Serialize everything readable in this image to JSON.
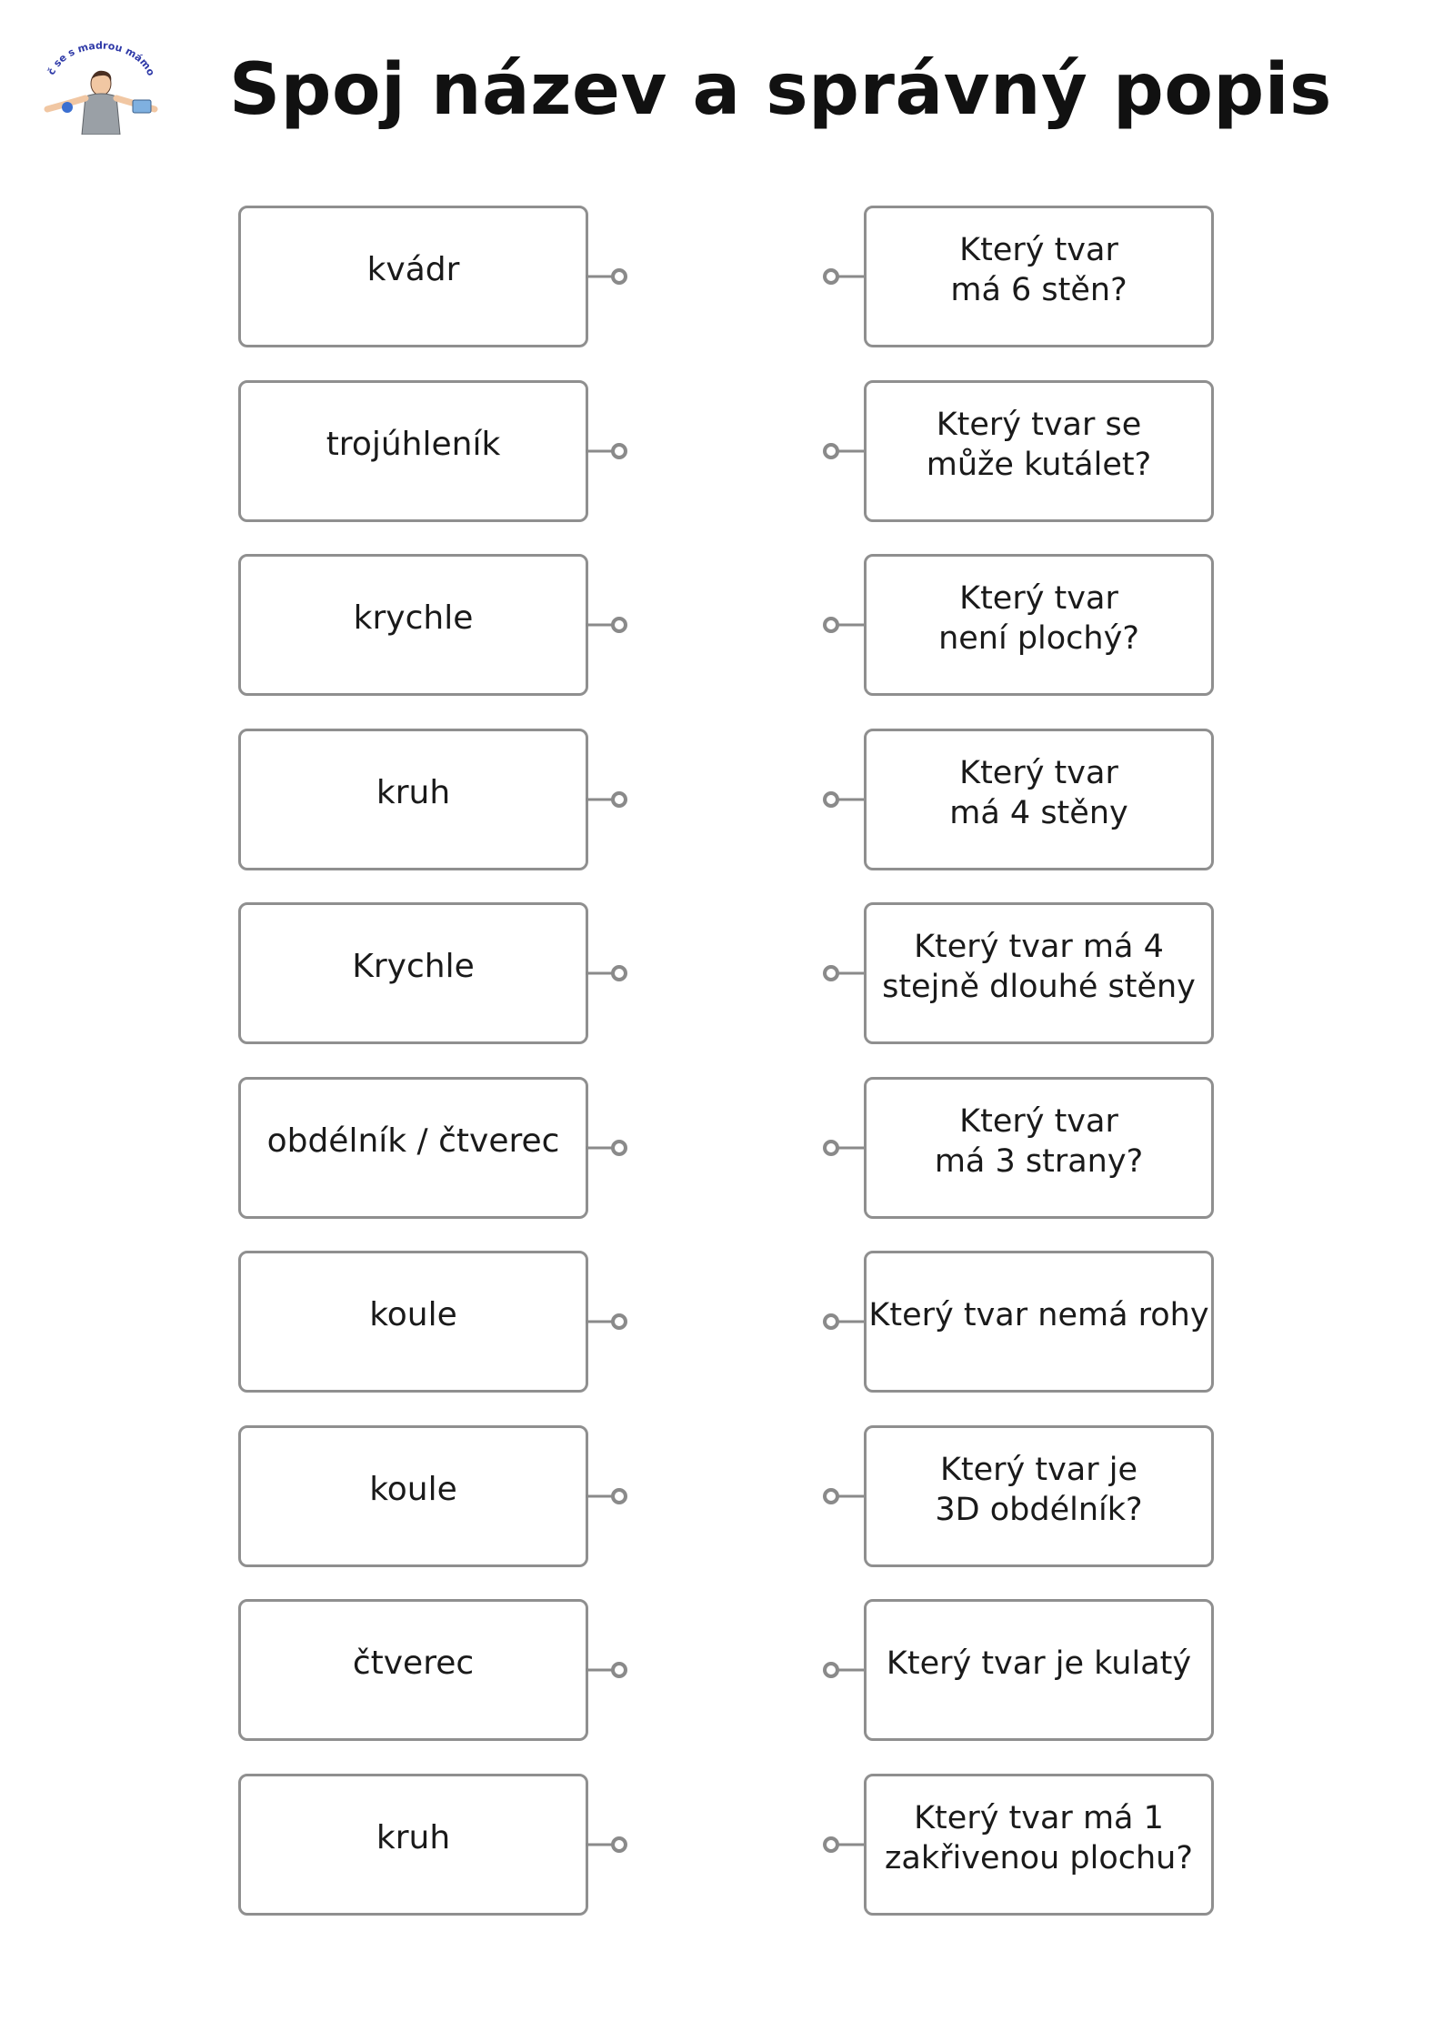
{
  "header": {
    "logo_text": "Uč se s madrou mámou",
    "title": "Spoj název a správný popis"
  },
  "rows": [
    {
      "left": "kvádr",
      "right": "Který tvar\nmá 6 stěn?"
    },
    {
      "left": "trojúhleník",
      "right": "Který tvar se\nmůže kutálet?"
    },
    {
      "left": "krychle",
      "right": "Který tvar\nnení plochý?"
    },
    {
      "left": "kruh",
      "right": "Který tvar\nmá 4 stěny"
    },
    {
      "left": "Krychle",
      "right": "Který tvar má 4\nstejně dlouhé stěny"
    },
    {
      "left": "obdélník / čtverec",
      "right": "Který tvar\nmá 3 strany?"
    },
    {
      "left": "koule",
      "right": "Který tvar nemá rohy"
    },
    {
      "left": "koule",
      "right": "Který  tvar  je\n3D obdélník?"
    },
    {
      "left": "čtverec",
      "right": "Který tvar je kulatý"
    },
    {
      "left": "kruh",
      "right": "Který tvar má 1\nzakřivenou plochu?"
    }
  ]
}
